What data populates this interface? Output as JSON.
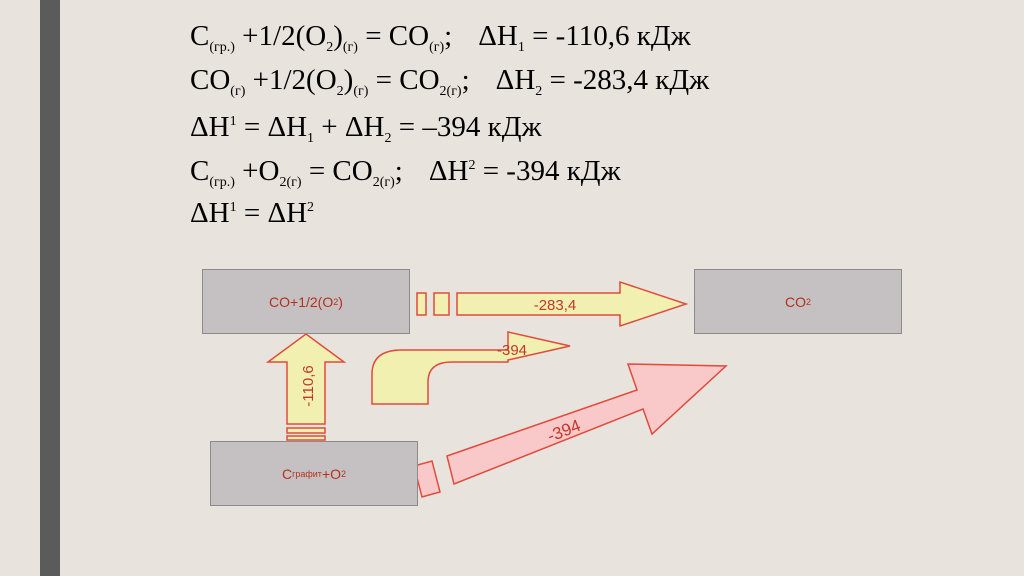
{
  "equations": {
    "eq1": {
      "a": "C",
      "a_sub": "(гр.)",
      "b": " +1/2(O",
      "b_sub": "2",
      "c": ")",
      "c_sub": "(г)",
      "d": " = CO",
      "d_sub": "(г)",
      "e": ";",
      "f": "ΔH",
      "f_sub": "1",
      "g": " = -110,6 кДж"
    },
    "eq2": {
      "a": "CO",
      "a_sub": "(г)",
      "b": " +1/2(O",
      "b_sub": "2",
      "c": ")",
      "c_sub": "(г)",
      "d": " = CO",
      "d_sub": "2(г)",
      "e": ";",
      "f": "ΔH",
      "f_sub": "2",
      "g": " = -283,4 кДж"
    },
    "eq3": {
      "a": "ΔH",
      "a_sup": "1",
      "b": " = ΔH",
      "b_sub": "1",
      "c": " + ΔH",
      "c_sub": "2",
      "d": " = –394 кДж"
    },
    "eq4": {
      "a": "C",
      "a_sub": "(гр.)",
      "b": " +O",
      "b_sub": "2(г)",
      "c": " = CO",
      "c_sub": "2(г)",
      "d": ";",
      "e": "ΔH",
      "e_sup": "2",
      "f": " = -394 кДж"
    },
    "eq5": {
      "a": "ΔH",
      "a_sup": "1",
      "b": " = ΔH",
      "b_sup": "2"
    }
  },
  "diagram": {
    "box_co": {
      "text": "CO+1/2(O",
      "sub": "2",
      "close": ")"
    },
    "box_co2": {
      "text": "CO",
      "sub": "2"
    },
    "box_start": {
      "text": "C",
      "sub": "графит",
      "rest": "+O",
      "sub2": "2"
    },
    "arrow_up_label": "-110,6",
    "arrow_right_label": "-283,4",
    "arrow_curve_label": "-394",
    "arrow_diag_label": "-394",
    "colors": {
      "accent": "#c0392b",
      "arrow_fill": "#f2f0b0",
      "arrow_pink": "#f9c9c9",
      "box_fill": "#c5c1c2"
    }
  }
}
